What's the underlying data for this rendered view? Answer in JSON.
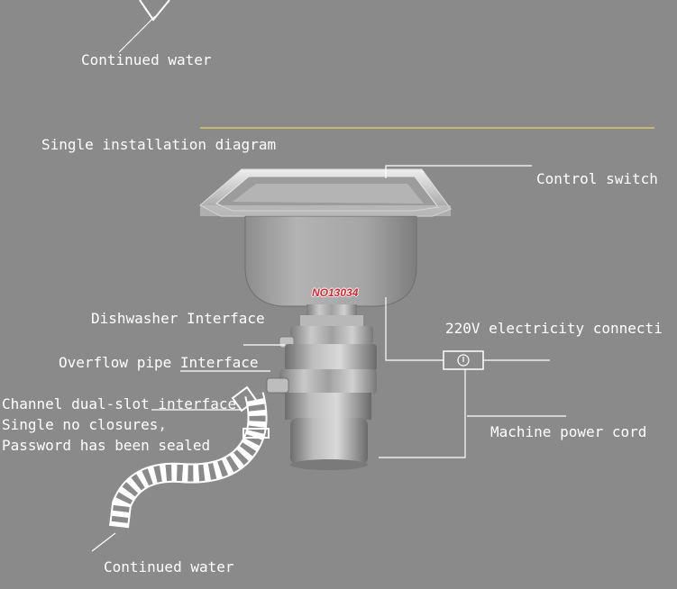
{
  "labels": {
    "continued_water_top": "Continued water",
    "single_installation": "Single installation diagram",
    "control_switch": "Control switch",
    "dishwasher_interface": "Dishwasher Interface",
    "electricity_connection": "220V electricity connecti",
    "overflow_pipe": "Overflow pipe Interface",
    "channel_dual_slot": "Channel dual-slot interface",
    "single_no_closures": "Single no closures,",
    "password_sealed": "Password has been sealed",
    "machine_power_cord": "Machine power cord",
    "continued_water_bottom": "Continued water"
  },
  "model_tag": "NO13034",
  "colors": {
    "background": "#8a8a8a",
    "divider": "#d8c468",
    "text": "#ffffff",
    "model_tag": "#e0202a"
  },
  "icons": {
    "outlet": "power-outlet-icon"
  }
}
